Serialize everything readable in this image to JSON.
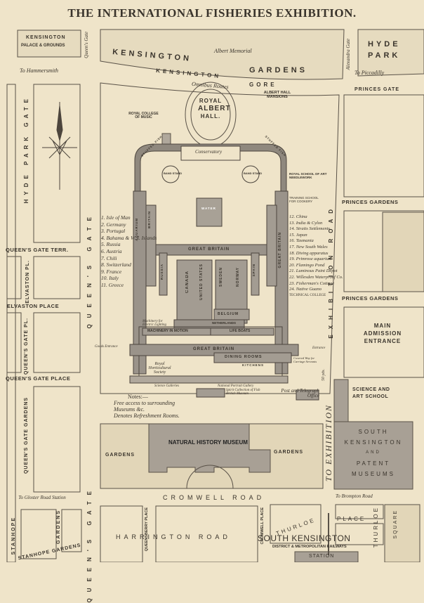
{
  "title": "THE INTERNATIONAL FISHERIES EXHIBITION.",
  "top": {
    "kensington_palace": "KENSINGTON",
    "palace_grounds": "PALACE & GROUNDS",
    "queens_gate": "Queen's Gate",
    "kensington_gardens_1": "KENSINGTON",
    "kensington_gardens_2": "GARDENS",
    "albert_memorial": "Albert Memorial",
    "alexandra_gate": "Alexandra Gate",
    "hyde_park_1": "HYDE",
    "hyde_park_2": "PARK",
    "to_hammersmith": "To Hammersmith",
    "kensington_gore_1": "KENSINGTON",
    "kensington_gore_2": "GORE",
    "omnibus": "Omnibus Routes",
    "to_piccadilly": "To Piccadilly",
    "princes_gate": "PRINCES GATE",
    "albert_hall_mansions": "ALBERT HALL MANSIONS",
    "royal_albert_hall": [
      "ROYAL",
      "ALBERT",
      "HALL."
    ],
    "royal_college": "ROYAL COLLEGE OF MUSIC"
  },
  "exhibition": {
    "conservatory": "Conservatory",
    "stuffed_fish_l": "STUFFED FISH",
    "stuffed_fish_r": "STUFFED FISH",
    "band_stand": "BAND STAND",
    "royal_school": "ROYAL SCHOOL OF ART NEEDLEWORK",
    "training_school": "TRAINING SCHOOL FOR COOKERY",
    "water": "WATER",
    "great_britain_1": "GREAT BRITAIN",
    "great_britain_2": "GREAT BRITAIN",
    "great_britain_3": "GREAT BRITAIN",
    "russia": "RUSSIA",
    "canada": "CANADA",
    "united_states": "UNITED STATES",
    "sweden": "SWEDEN",
    "norway": "NORWAY",
    "spain": "SPAIN",
    "belgium": "BELGIUM",
    "netherlands": "NETHERLANDS",
    "britain": "BRITAIN",
    "aquarium": "AQUARIUM",
    "machinery": "MACHINERY IN MOTION",
    "electric": "Machinery for Electric Lighting",
    "life_boats": "LIFE BOATS",
    "dining": "DINING ROOMS",
    "kitchens": "KITCHENS",
    "horticultural": "Royal Horticultural Society",
    "science_galleries": "Science Galleries",
    "national_portrait": "National Portrait Gallery",
    "entrance": "Entrance",
    "goods_entrance": "Goods Entrance",
    "covered_way": "Covered Way for Carriage Servants"
  },
  "legend_left": [
    "1. Isle of Man",
    "2. Germany",
    "3. Portugal",
    "4. Bahama & W. I. Islands",
    "5. Russia",
    "6. Austria",
    "7. Chili",
    "8. Switzerland",
    "9. France",
    "10. Italy",
    "11. Greece"
  ],
  "legend_right": [
    "12. China",
    "13. India & Cylon",
    "14. Straits Settlements",
    "15. Japan",
    "16. Tasmania",
    "17. New South Wales",
    "18. Diving apparatus",
    "19. Primrose aquarium",
    "20. Flamingo Pond",
    "21. Luminous Paint Depot",
    "22. Willesden Waterproof Co.",
    "23. Fisherman's Cottage",
    "24. Native Guano",
    "TECHNICAL COLLEGE"
  ],
  "notes": {
    "heading": "Notes:—",
    "line1": "Free access to surrounding",
    "line2": "Museums &c.",
    "line3": "Denotes Refreshment Rooms.",
    "spirit": "Spirit Collection of Fish British Museum",
    "post": "Post and Telegraph Office"
  },
  "streets": {
    "hyde_park_gate": "HYDE PARK GATE",
    "queens_gate_terr": "QUEEN'S GATE TERR.",
    "elvaston_pl": "ELVASTON PL.",
    "elvaston_place": "ELVASTON PLACE",
    "queens_gate_pl": "QUEEN'S GATE PL.",
    "queens_gate_place": "QUEEN'S GATE PLACE",
    "queens_gate_gardens": "QUEEN'S GATE GARDENS",
    "queens_gate": "QUEEN'S GATE",
    "princes_gardens_1": "PRINCES GARDENS",
    "princes_gardens_2": "PRINCES GARDENS",
    "exhibition_road": "EXHIBITION ROAD",
    "main_entrance": [
      "MAIN",
      "ADMISSION",
      "ENTRANCE"
    ],
    "science_art": [
      "SCIENCE AND",
      "ART SCHOOL"
    ],
    "museums": [
      "SOUTH",
      "KENSINGTON",
      "AND",
      "PATENT",
      "MUSEUMS"
    ],
    "to_exhibition": "TO EXHIBITION",
    "scale": "50 yds.",
    "natural_history": "NATURAL HISTORY MUSEUM",
    "gardens_l": "GARDENS",
    "gardens_r": "GARDENS",
    "cromwell_road": "CROMWELL ROAD",
    "to_gloster": "To Gloster Road Station",
    "to_brompton": "To Brompton Road",
    "stanhope": "STANHOPE",
    "stanhope_gardens_v": "GARDENS",
    "stanhope_gardens": "STANHOPE GARDENS",
    "queensberry": "QUEENSBERRY PLACE",
    "cromwell_place": "CROMWELL PLACE",
    "thurloe": "THURLOE",
    "place": "PLACE",
    "thurloe_v": "THURLOE",
    "square": "SQUARE",
    "harrington": "HARRINGTON ROAD",
    "railways": "DISTRICT & METROPOLITAN RAILWAYS",
    "station_1": "SOUTH KENSINGTON",
    "station_2": "STATION"
  }
}
